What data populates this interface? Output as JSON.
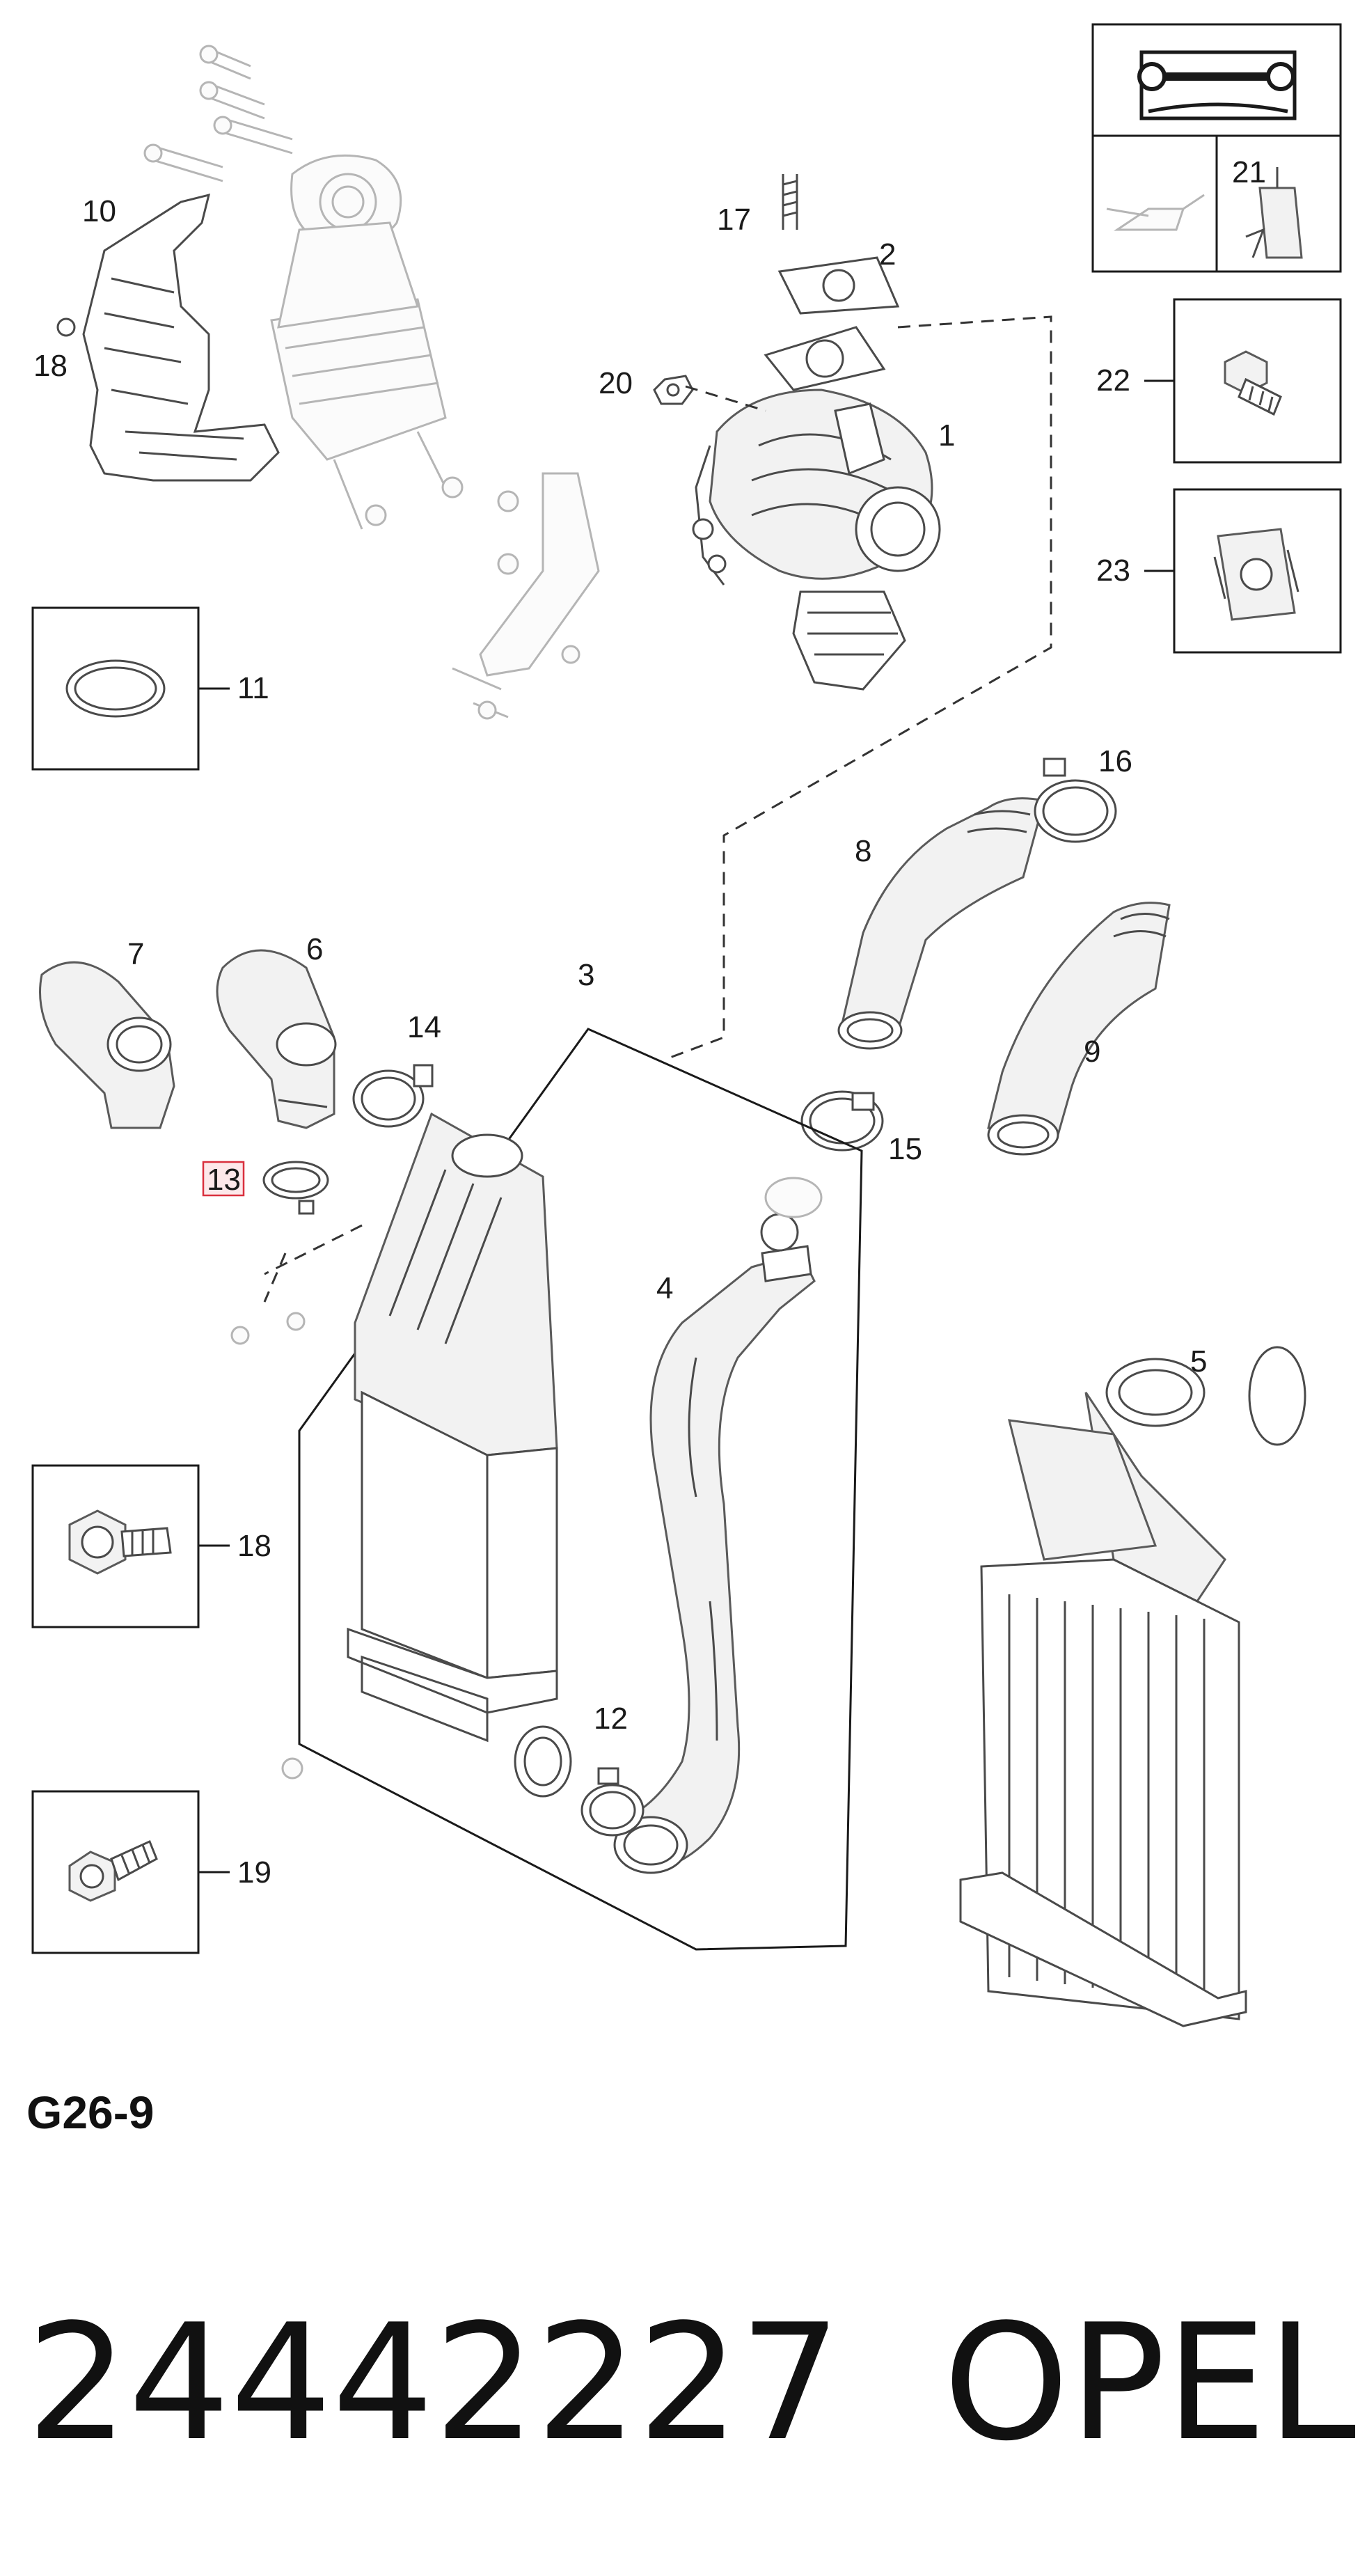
{
  "diagram_code": "G26-9",
  "part_number": "24442227",
  "brand": "OPEL",
  "callouts": {
    "c1": "1",
    "c2": "2",
    "c3": "3",
    "c4": "4",
    "c5": "5",
    "c6": "6",
    "c7": "7",
    "c8": "8",
    "c9": "9",
    "c10": "10",
    "c11": "11",
    "c12": "12",
    "c13": "13",
    "c14": "14",
    "c15": "15",
    "c16": "16",
    "c17": "17",
    "c18a": "18",
    "c18b": "18",
    "c19": "19",
    "c20": "20",
    "c21": "21",
    "c22": "22",
    "c23": "23"
  },
  "highlighted_callout": "13",
  "icons": {
    "manual": "book-wrench-icon",
    "oil": "oil-can-icon",
    "sealant": "sealant-tube-icon"
  },
  "colors": {
    "line": "#4a4a4a",
    "faint_line": "#b5b5b5",
    "highlight_border": "#d9303e",
    "highlight_fill": "#fde8ea"
  }
}
